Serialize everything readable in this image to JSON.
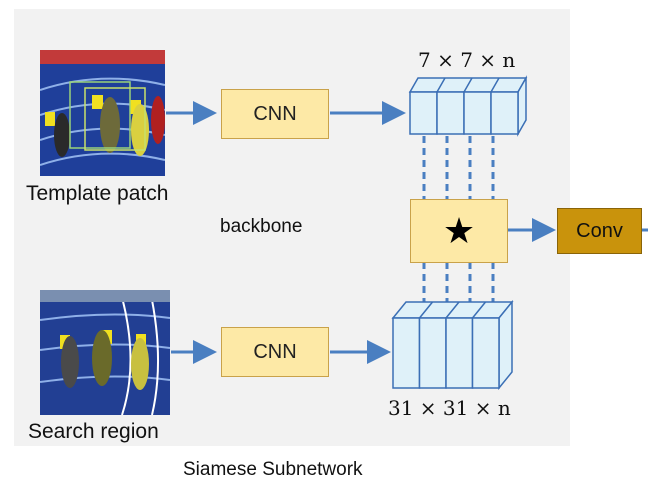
{
  "template_label": "Template patch",
  "search_label": "Search region",
  "backbone_label": "backbone",
  "subnetwork_label": "Siamese Subnetwork",
  "cnn_top_label": "CNN",
  "cnn_bottom_label": "CNN",
  "conv_label": "Conv",
  "top_feature_dims": "7 × 7 × n",
  "bottom_feature_dims": "31 × 31 × n",
  "correlation_symbol": "★",
  "colors": {
    "panel": "#f2f2f2",
    "cnn_fill": "#fde9a6",
    "conv_fill": "#c9930c",
    "feature_fill": "#dff1f9",
    "arrow": "#4a7fc1"
  }
}
